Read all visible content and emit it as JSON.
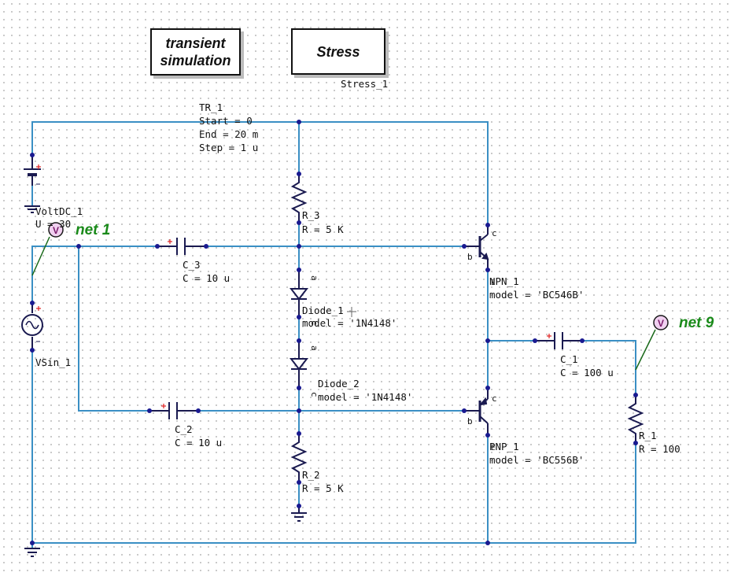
{
  "sim_transient": {
    "label_line1": "transient",
    "label_line2": "simulation"
  },
  "sim_stress": {
    "label": "Stress",
    "instance": "Stress_1"
  },
  "tr": {
    "name": "TR_1",
    "start": "Start = 0",
    "end": "End = 20 m",
    "step": "Step = 1 u"
  },
  "voltdc": {
    "name": "VoltDC_1",
    "value": "U = 30"
  },
  "vsin": {
    "name": "VSin_1"
  },
  "r3": {
    "name": "R_3",
    "value": "R = 5 K"
  },
  "r2": {
    "name": "R_2",
    "value": "R = 5 K"
  },
  "r1": {
    "name": "R_1",
    "value": "R = 100"
  },
  "c3": {
    "name": "C_3",
    "value": "C = 10 u"
  },
  "c2": {
    "name": "C_2",
    "value": "C = 10 u"
  },
  "c1": {
    "name": "C_1",
    "value": "C = 100 u"
  },
  "diode1": {
    "name": "Diode_1",
    "model": "model = '1N4148'"
  },
  "diode2": {
    "name": "Diode_2",
    "model": "model = '1N4148'"
  },
  "npn": {
    "name": "NPN_1",
    "model": "model = 'BC546B'"
  },
  "pnp": {
    "name": "PNP_1",
    "model": "model = 'BC556B'"
  },
  "pins": {
    "base": "b",
    "collector": "c",
    "emitter": "E",
    "anode": "a",
    "cathode": "c"
  },
  "probes": {
    "net1": "net 1",
    "net9": "net 9",
    "probe_glyph": "V"
  },
  "colors": {
    "wire": "#3a8fc4",
    "component": "#1a1a50",
    "net_label": "#1a8a1a",
    "polarity": "#e02020"
  }
}
